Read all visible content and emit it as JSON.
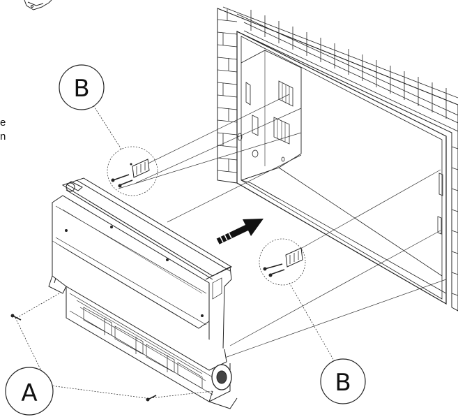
{
  "side_text": [
    "e",
    "n"
  ],
  "callouts": {
    "b_top": "B",
    "b_bottom": "B",
    "a": "A"
  }
}
